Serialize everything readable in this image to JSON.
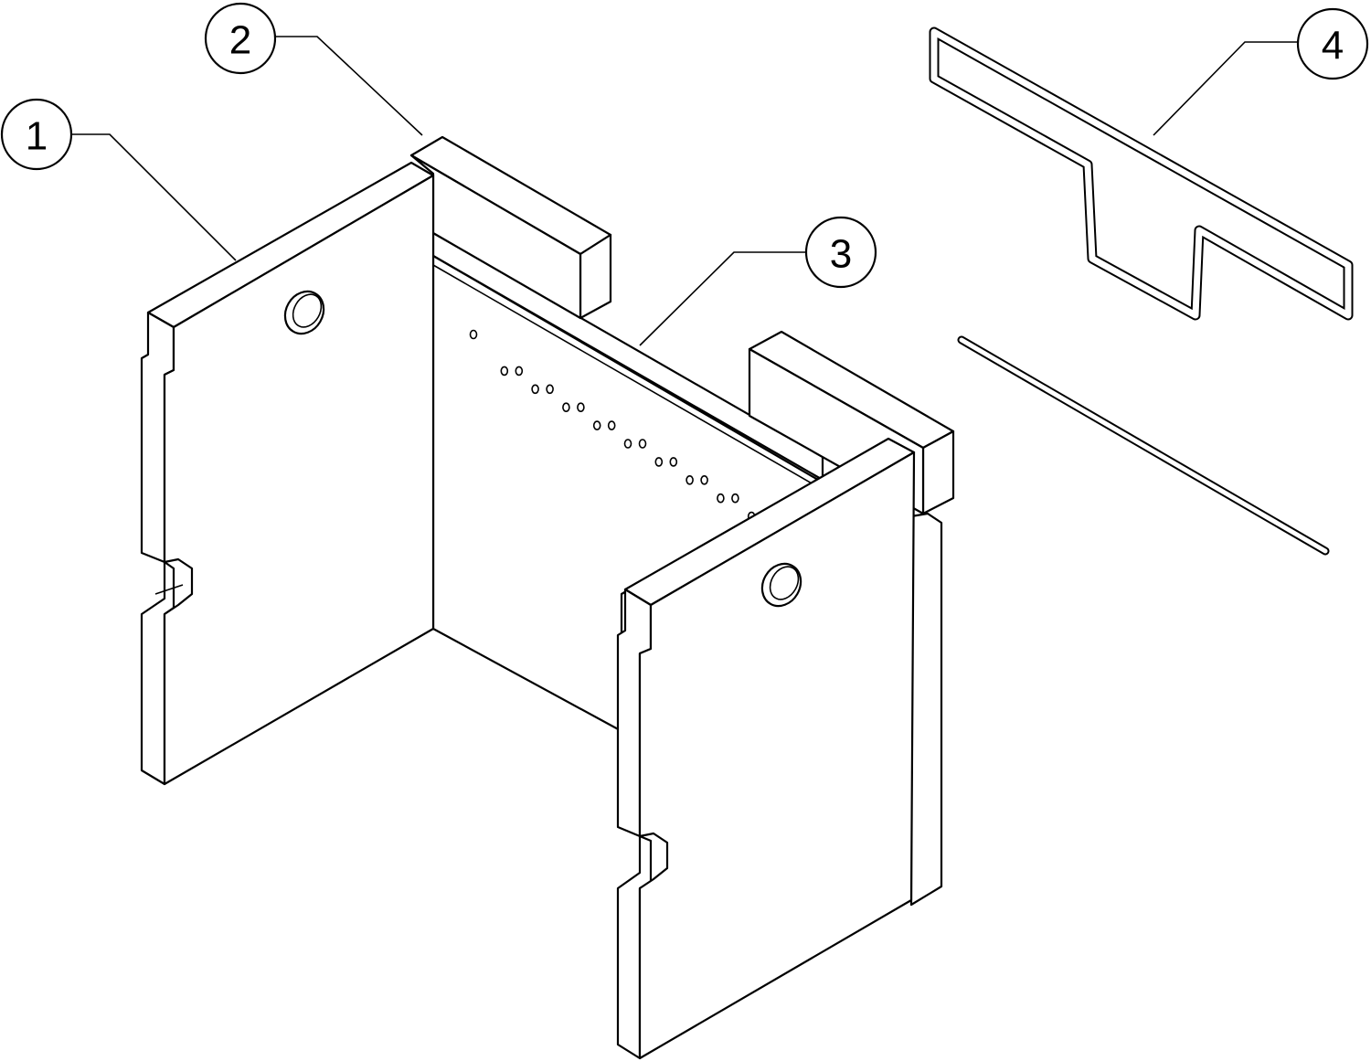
{
  "callouts": [
    {
      "label": "1",
      "part": "side-panel-left"
    },
    {
      "label": "2",
      "part": "spacer-block"
    },
    {
      "label": "3",
      "part": "back-panel"
    },
    {
      "label": "4",
      "part": "wire-bracket-and-rod"
    }
  ],
  "colors": {
    "line": "#000000",
    "background": "#ffffff"
  }
}
